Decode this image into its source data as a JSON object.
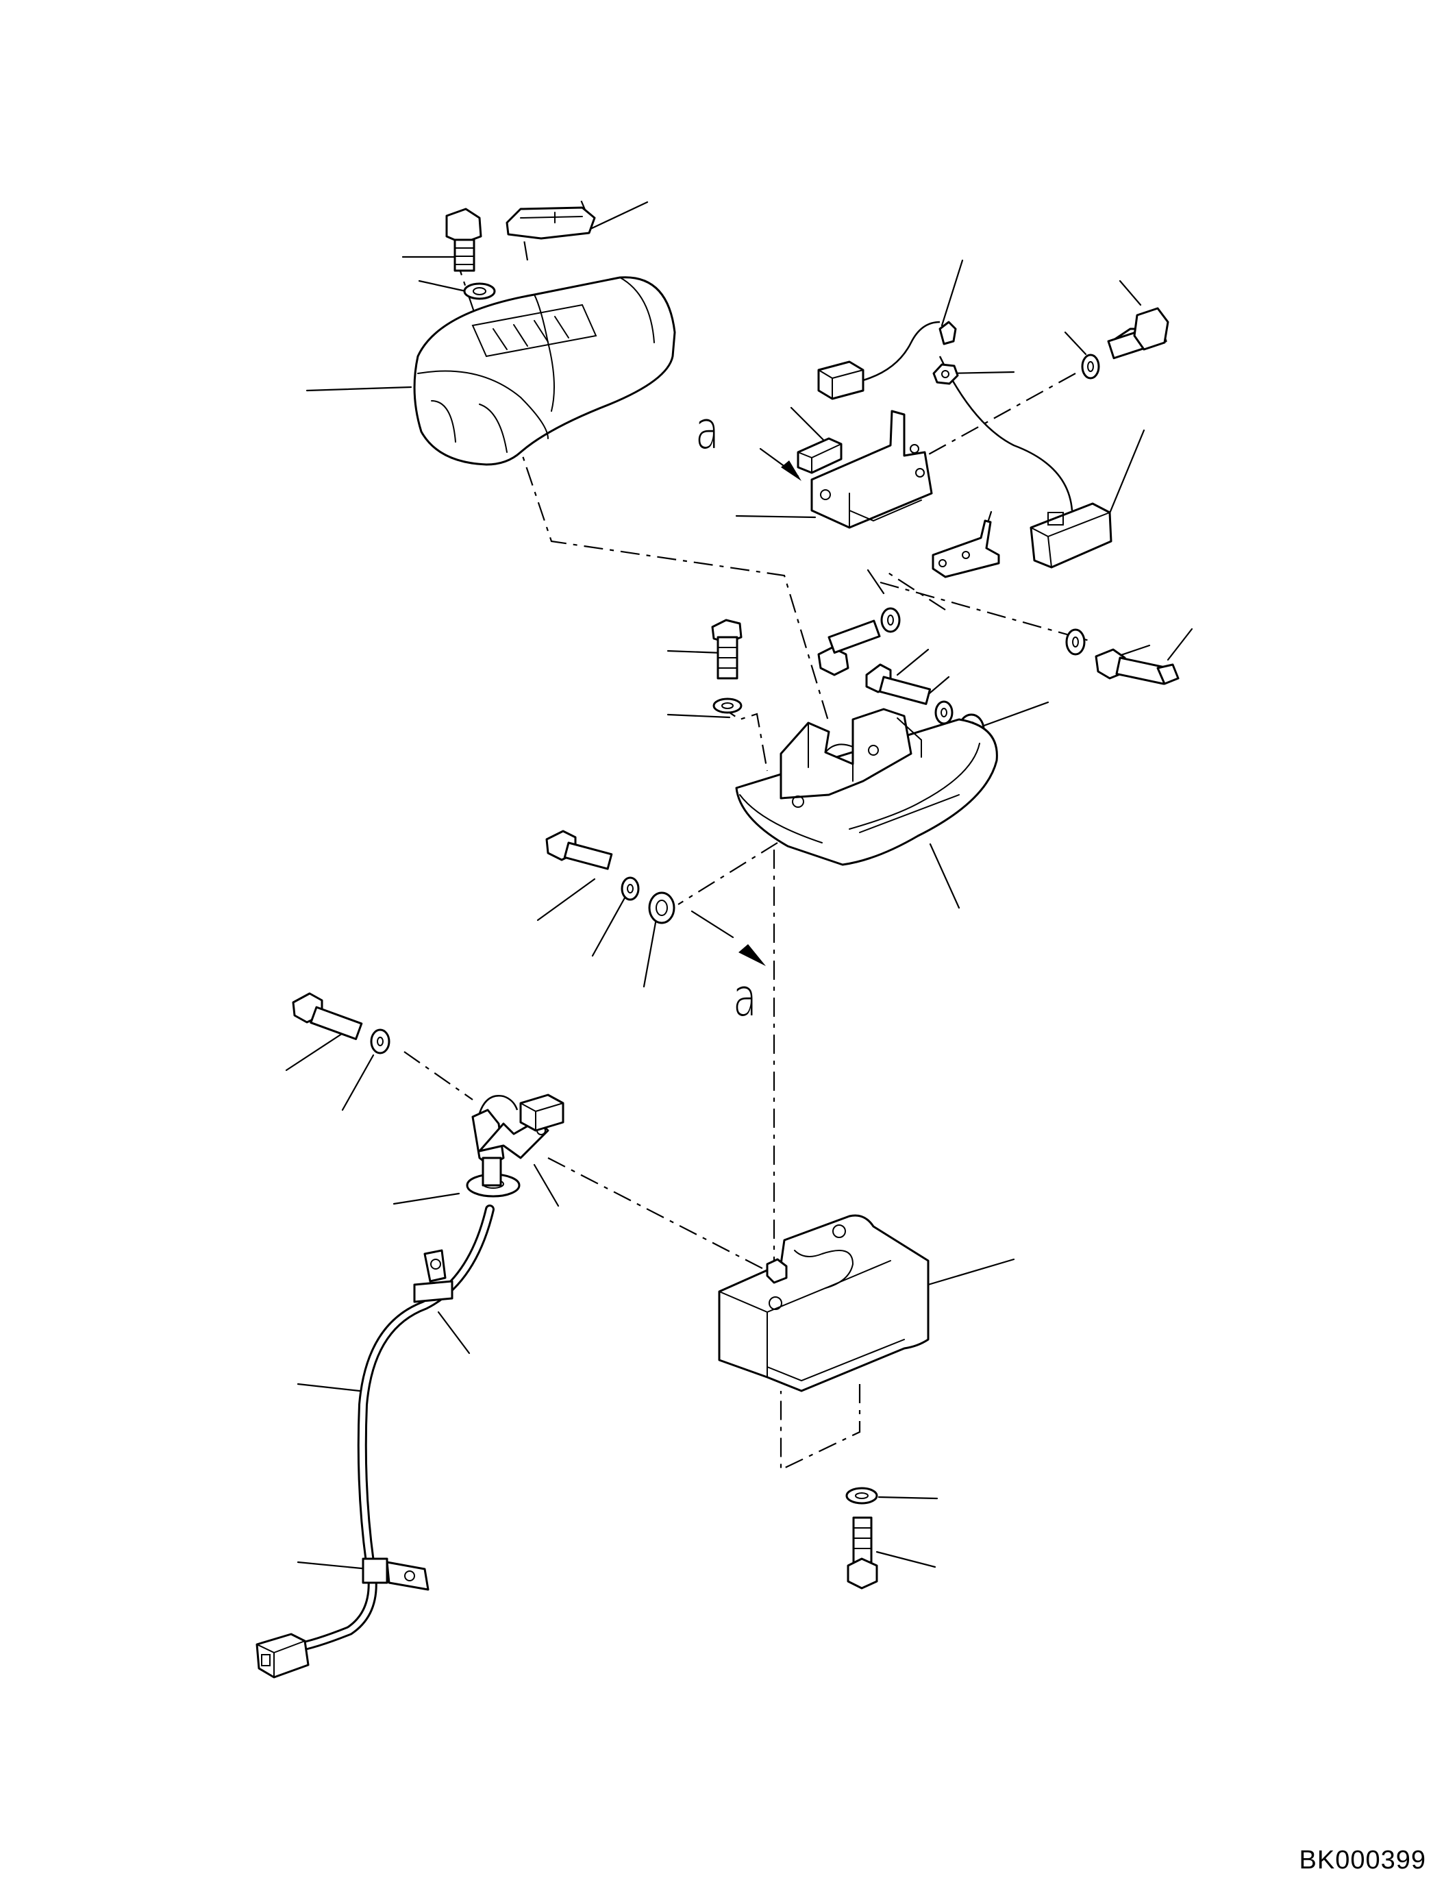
{
  "drawing": {
    "number": "BK000399",
    "view_label_top": "a",
    "view_label_bottom": "a"
  },
  "colors": {
    "line": "#000000",
    "background": "#ffffff"
  }
}
